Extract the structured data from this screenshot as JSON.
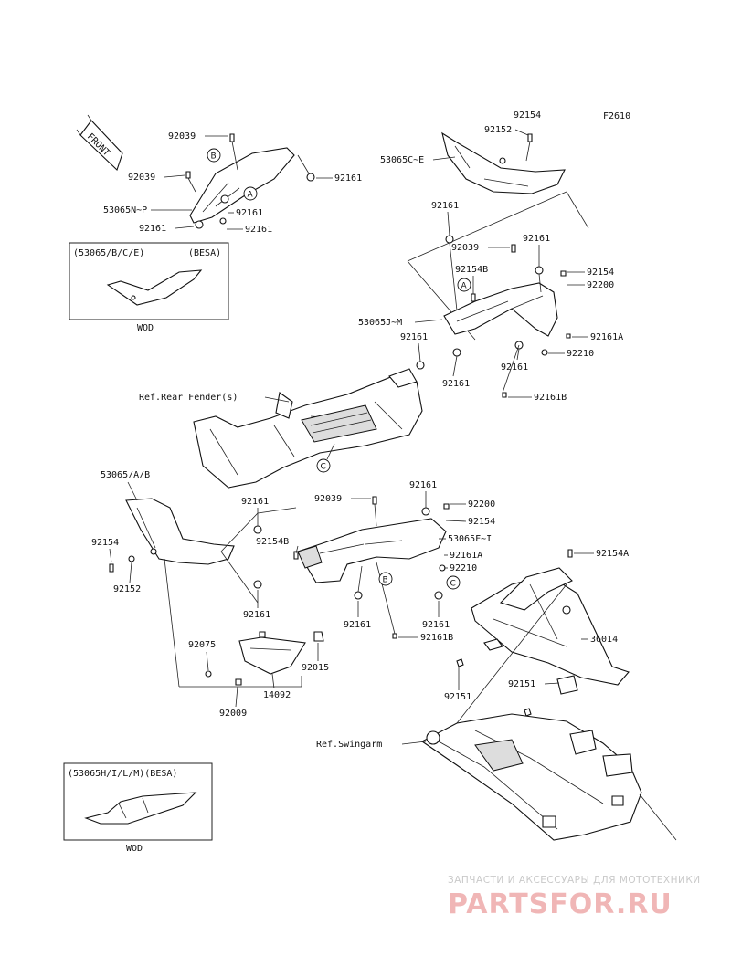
{
  "figure_id": "F2610",
  "front_label": "FRONT",
  "callouts": {
    "a": "A",
    "b": "B",
    "c": "C"
  },
  "variant_boxes": {
    "top": {
      "title": "(53065/B/C/E)",
      "tag": "(BESA)",
      "caption": "WOD"
    },
    "bottom": {
      "title": "(53065H/I/L/M)(BESA)",
      "caption": "WOD"
    }
  },
  "references": {
    "rear_fender": "Ref.Rear Fender(s)",
    "swingarm": "Ref.Swingarm"
  },
  "part_labels": [
    "92039",
    "92039",
    "53065N~P",
    "92161",
    "92161",
    "92161",
    "92161",
    "92154",
    "92152",
    "53065C~E",
    "92161",
    "92039",
    "92161",
    "92154B",
    "92154",
    "92200",
    "53065J~M",
    "92161A",
    "92161",
    "92210",
    "92161",
    "92161",
    "92161B",
    "53065/A/B",
    "92161",
    "92039",
    "92161",
    "92154",
    "92200",
    "92154",
    "92154B",
    "53065F~I",
    "92161A",
    "92154A",
    "92152",
    "92210",
    "92161",
    "92161",
    "92161",
    "92161B",
    "36014",
    "92075",
    "92015",
    "14092",
    "92009",
    "92151",
    "92151"
  ],
  "watermark": {
    "line1": "ЗАПЧАСТИ И АКСЕССУАРЫ ДЛЯ МОТОТЕХНИКИ",
    "line2": "PARTSFOR.RU"
  }
}
